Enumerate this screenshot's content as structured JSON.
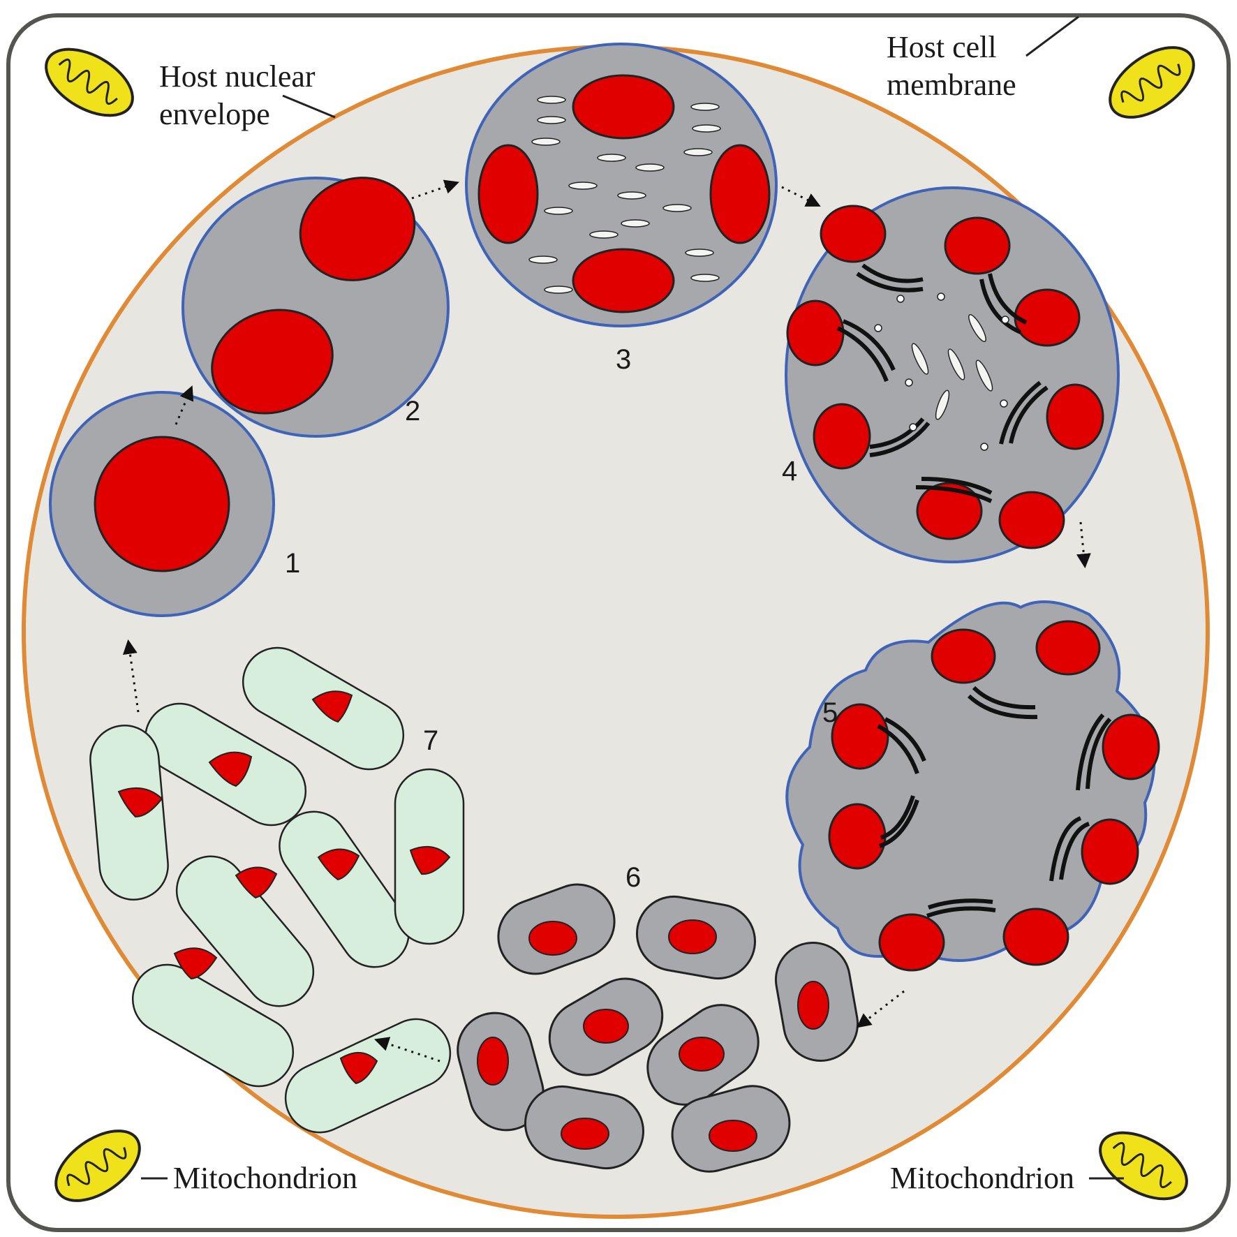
{
  "labels": {
    "host_cell_membrane": [
      "Host cell",
      "membrane"
    ],
    "host_nuclear_envelope": [
      "Host nuclear",
      "envelope"
    ],
    "mitochondrion_left": "Mitochondrion",
    "mitochondrion_right": "Mitochondrion"
  },
  "stages": [
    "1",
    "2",
    "3",
    "4",
    "5",
    "6",
    "7"
  ],
  "colors": {
    "host_membrane": "#555550",
    "nuclear_envelope": "#e08a35",
    "nucleoplasm": "#e7e6e0",
    "parasite_cytoplasm": "#a7a8ab",
    "parasite_membrane": "#3f63b8",
    "nucleus": "#e00000",
    "mitochondrion": "#f0e21a",
    "spore_green": "#d7eedd",
    "polar_tube": "#7a8ed0"
  },
  "icons": [
    "mitochondrion-icon",
    "dotted-arrow-icon"
  ]
}
